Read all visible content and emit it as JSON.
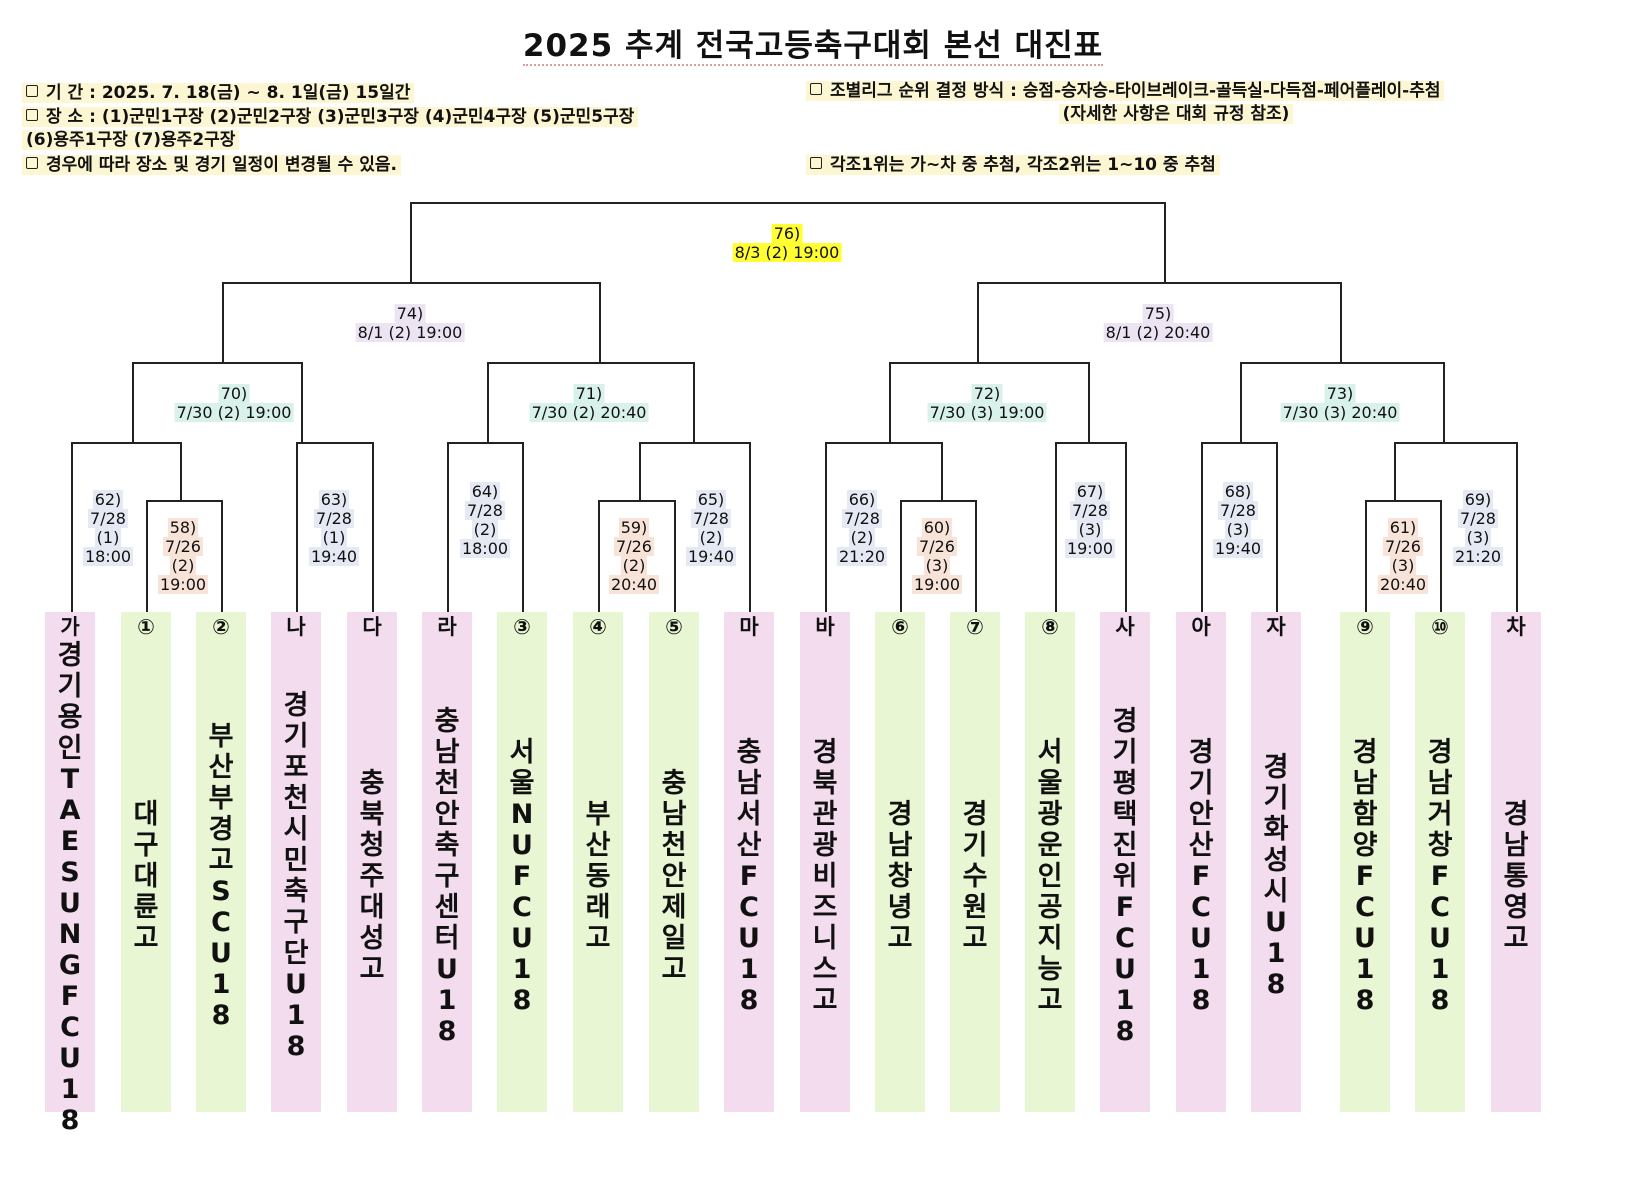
{
  "header": {
    "title": "2025 추계 전국고등축구대회 본선 대진표"
  },
  "info_left": [
    {
      "label": "기   간 : ",
      "text": "2025. 7. 18(금) ~ 8. 1일(금) 15일간"
    },
    {
      "label": "장   소 : ",
      "text": "(1)군민1구장 (2)군민2구장 (3)군민3구장 (4)군민4구장 (5)군민5구장",
      "text2": "(6)용주1구장 (7)용주2구장"
    },
    {
      "label": "",
      "text": "경우에 따라 장소 및 경기 일정이 변경될 수 있음."
    }
  ],
  "info_right": [
    {
      "text": "조별리그 순위 결정 방식 : 승점-승자승-타이브레이크-골득실-다득점-페어플레이-추첨",
      "text2": "(자세한 사항은 대회 규정 참조)"
    },
    {
      "text": "각조1위는 가~차 중 추첨, 각조2위는 1~10 중 추첨"
    }
  ],
  "matches": {
    "m76": {
      "no": "76)",
      "line1": "8/3 (2) 19:00"
    },
    "m74": {
      "no": "74)",
      "line1": "8/1 (2) 19:00"
    },
    "m75": {
      "no": "75)",
      "line1": "8/1 (2) 20:40"
    },
    "m70": {
      "no": "70)",
      "line1": "7/30 (2) 19:00"
    },
    "m71": {
      "no": "71)",
      "line1": "7/30 (2) 20:40"
    },
    "m72": {
      "no": "72)",
      "line1": "7/30 (3) 19:00"
    },
    "m73": {
      "no": "73)",
      "line1": "7/30 (3) 20:40"
    },
    "m62": {
      "no": "62)",
      "date": "7/28",
      "venue": "(1)",
      "time": "18:00"
    },
    "m58": {
      "no": "58)",
      "date": "7/26",
      "venue": "(2)",
      "time": "19:00"
    },
    "m63": {
      "no": "63)",
      "date": "7/28",
      "venue": "(1)",
      "time": "19:40"
    },
    "m64": {
      "no": "64)",
      "date": "7/28",
      "venue": "(2)",
      "time": "18:00"
    },
    "m59": {
      "no": "59)",
      "date": "7/26",
      "venue": "(2)",
      "time": "20:40"
    },
    "m65": {
      "no": "65)",
      "date": "7/28",
      "venue": "(2)",
      "time": "19:40"
    },
    "m66": {
      "no": "66)",
      "date": "7/28",
      "venue": "(2)",
      "time": "21:20"
    },
    "m60": {
      "no": "60)",
      "date": "7/26",
      "venue": "(3)",
      "time": "19:00"
    },
    "m67": {
      "no": "67)",
      "date": "7/28",
      "venue": "(3)",
      "time": "19:00"
    },
    "m68": {
      "no": "68)",
      "date": "7/28",
      "venue": "(3)",
      "time": "19:40"
    },
    "m61": {
      "no": "61)",
      "date": "7/26",
      "venue": "(3)",
      "time": "20:40"
    },
    "m69": {
      "no": "69)",
      "date": "7/28",
      "venue": "(3)",
      "time": "21:20"
    }
  },
  "teams": [
    {
      "seed": "가",
      "name": "경기용인TAESUNGFCU18",
      "group": 1
    },
    {
      "seed": "①",
      "name": "대구대륜고",
      "group": 2
    },
    {
      "seed": "②",
      "name": "부산부경고SCU18",
      "group": 2
    },
    {
      "seed": "나",
      "name": "경기포천시민축구단U18",
      "group": 1
    },
    {
      "seed": "다",
      "name": "충북청주대성고",
      "group": 1
    },
    {
      "seed": "라",
      "name": "충남천안축구센터U18",
      "group": 1
    },
    {
      "seed": "③",
      "name": "서울NUFCU18",
      "group": 2
    },
    {
      "seed": "④",
      "name": "부산동래고",
      "group": 2
    },
    {
      "seed": "⑤",
      "name": "충남천안제일고",
      "group": 2
    },
    {
      "seed": "마",
      "name": "충남서산FCU18",
      "group": 1
    },
    {
      "seed": "바",
      "name": "경북관광비즈니스고",
      "group": 1
    },
    {
      "seed": "⑥",
      "name": "경남창녕고",
      "group": 2
    },
    {
      "seed": "⑦",
      "name": "경기수원고",
      "group": 2
    },
    {
      "seed": "⑧",
      "name": "서울광운인공지능고",
      "group": 2
    },
    {
      "seed": "사",
      "name": "경기평택진위FCU18",
      "group": 1
    },
    {
      "seed": "아",
      "name": "경기안산FCU18",
      "group": 1
    },
    {
      "seed": "자",
      "name": "경기화성시U18",
      "group": 1
    },
    {
      "seed": "⑨",
      "name": "경남함양FCU18",
      "group": 2
    },
    {
      "seed": "⑩",
      "name": "경남거창FCU18",
      "group": 2
    },
    {
      "seed": "차",
      "name": "경남통영고",
      "group": 1
    }
  ],
  "colors": {
    "group_winner_bg": "#f2dcee",
    "group_runnerup_bg": "#e9f6d3",
    "final_highlight": "#ffff33",
    "semi_highlight": "#ece4f2",
    "qf_highlight": "#d8f1ea",
    "r16_highlight": "#e4e9f4",
    "r32_highlight": "#f8e3d9",
    "info_highlight": "#fdf6d3"
  }
}
